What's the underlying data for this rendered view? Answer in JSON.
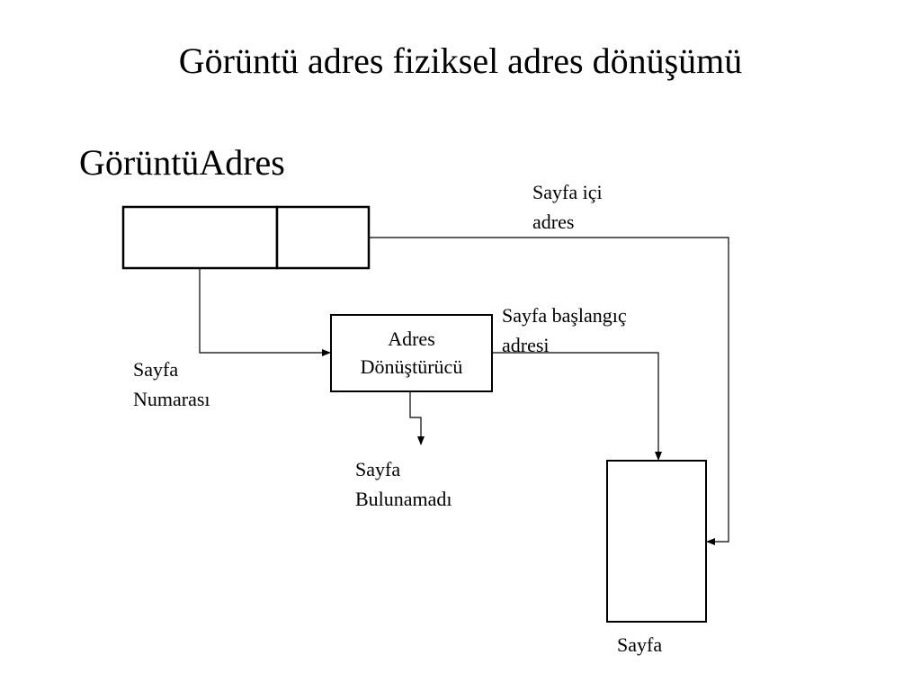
{
  "slide": {
    "title": "Görüntü adres fiziksel adres dönüşümü",
    "subtitle": "GörüntüAdres"
  },
  "labels": {
    "sayfa_ici_line1": "Sayfa içi",
    "sayfa_ici_line2": "adres",
    "sayfa_baslangic_line1": "Sayfa başlangıç",
    "sayfa_baslangic_line2": "adresi",
    "sayfa_numarasi_line1": "Sayfa",
    "sayfa_numarasi_line2": "Numarası",
    "sayfa_bulunamadi_line1": "Sayfa",
    "sayfa_bulunamadi_line2": "Bulunamadı",
    "sayfa": "Sayfa"
  },
  "converter": {
    "line1": "Adres",
    "line2": "Dönüştürücü"
  },
  "colors": {
    "stroke": "#000000",
    "background": "#ffffff"
  }
}
